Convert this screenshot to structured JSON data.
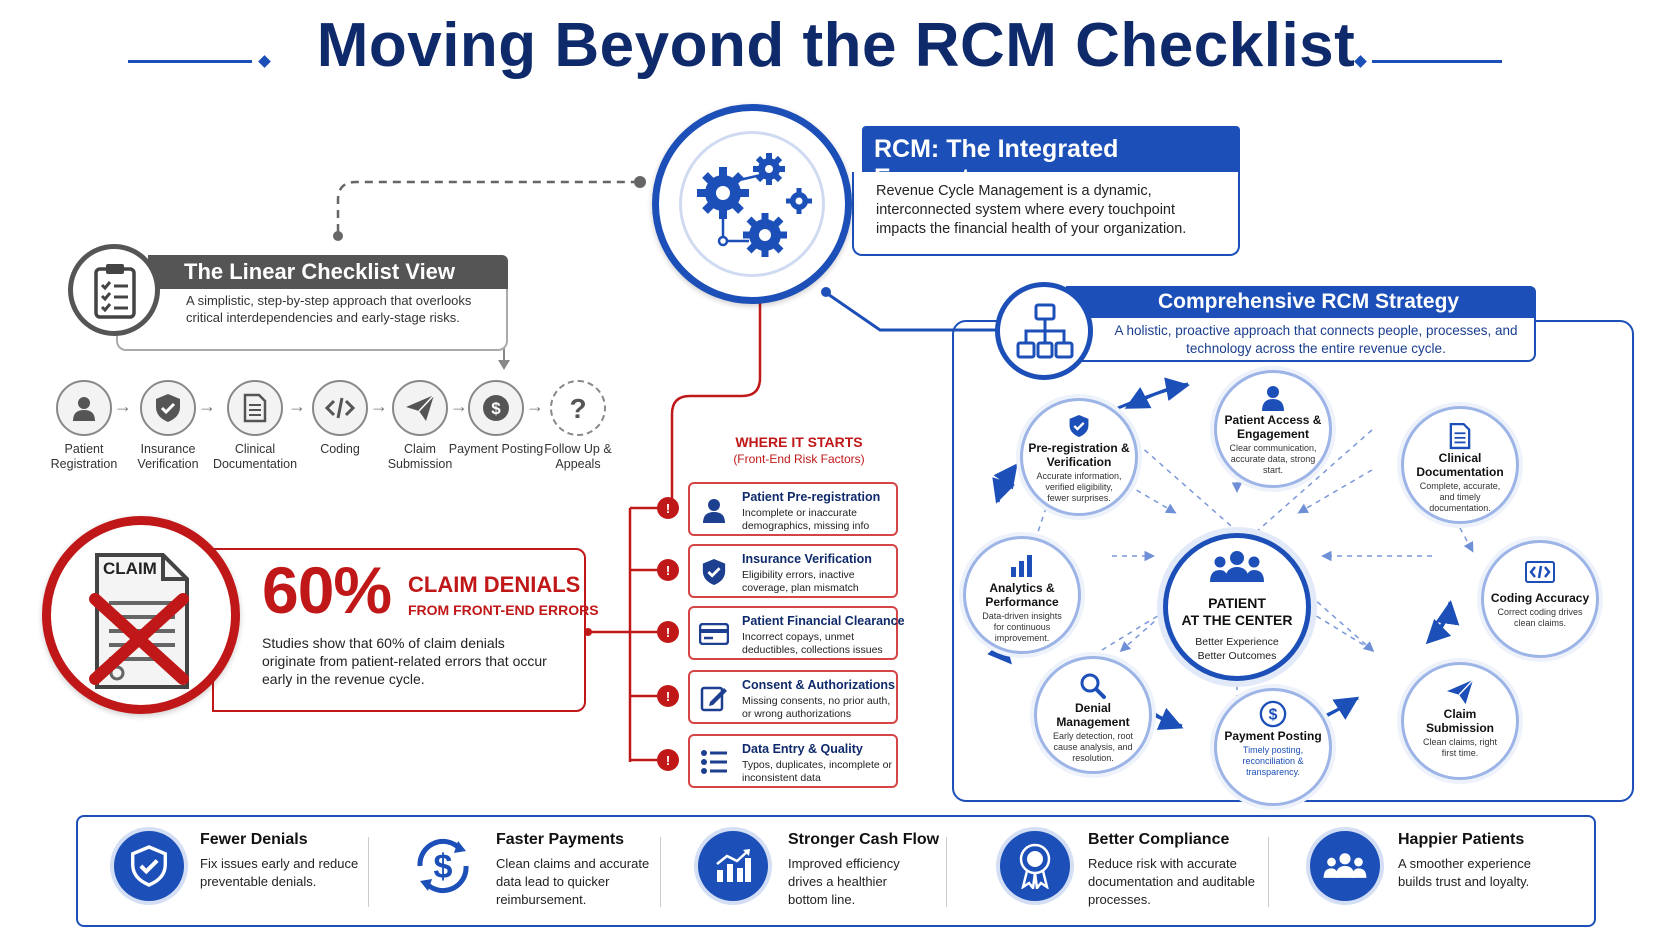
{
  "title": "Moving Beyond the RCM Checklist",
  "ecosystem": {
    "heading": "RCM: The Integrated Ecosystem",
    "description": "Revenue Cycle Management is a dynamic, interconnected system where every touchpoint impacts the financial health of your organization."
  },
  "linear": {
    "heading": "The Linear Checklist View",
    "description": "A simplistic, step-by-step approach that overlooks critical interdependencies and early-stage risks.",
    "steps": [
      {
        "label": "Patient Registration",
        "icon": "person-icon"
      },
      {
        "label": "Insurance Verification",
        "icon": "shield-check-icon"
      },
      {
        "label": "Clinical Documentation",
        "icon": "document-icon"
      },
      {
        "label": "Coding",
        "icon": "code-icon"
      },
      {
        "label": "Claim Submission",
        "icon": "paper-plane-icon"
      },
      {
        "label": "Payment Posting",
        "icon": "dollar-icon"
      },
      {
        "label": "Follow Up & Appeals",
        "icon": "question-icon"
      }
    ]
  },
  "denials": {
    "claim_label": "CLAIM",
    "percent": "60%",
    "headline": "CLAIM DENIALS",
    "subheadline": "FROM FRONT-END ERRORS",
    "description": "Studies show that 60% of claim denials originate from patient-related errors that occur early in the revenue cycle."
  },
  "where_it_starts": {
    "title": "WHERE IT STARTS",
    "subtitle": "(Front-End Risk Factors)",
    "warning_glyph": "!",
    "risks": [
      {
        "title": "Patient Pre-registration",
        "text": "Incomplete or inaccurate demographics, missing info",
        "icon": "person-icon"
      },
      {
        "title": "Insurance Verification",
        "text": "Eligibility errors, inactive coverage, plan mismatch",
        "icon": "shield-check-icon"
      },
      {
        "title": "Patient Financial Clearance",
        "text": "Incorrect copays, unmet deductibles, collections issues",
        "icon": "credit-card-icon"
      },
      {
        "title": "Consent & Authorizations",
        "text": "Missing consents, no prior auth, or wrong authorizations",
        "icon": "pen-icon"
      },
      {
        "title": "Data Entry & Quality",
        "text": "Typos, duplicates, incomplete or inconsistent data",
        "icon": "list-icon"
      }
    ]
  },
  "strategy": {
    "heading": "Comprehensive RCM Strategy",
    "description": "A holistic, proactive approach that connects people, processes, and technology across the entire revenue cycle.",
    "center": {
      "title_line1": "PATIENT",
      "title_line2": "AT THE CENTER",
      "text_line1": "Better Experience",
      "text_line2": "Better Outcomes"
    },
    "nodes": [
      {
        "title": "Patient Access & Engagement",
        "text": "Clear communication, accurate data, strong start.",
        "icon": "person-icon"
      },
      {
        "title": "Clinical Documentation",
        "text": "Complete, accurate, and timely documentation.",
        "icon": "document-icon"
      },
      {
        "title": "Coding Accuracy",
        "text": "Correct coding drives clean claims.",
        "icon": "code-icon"
      },
      {
        "title": "Claim Submission",
        "text": "Clean claims, right first time.",
        "icon": "paper-plane-icon"
      },
      {
        "title": "Payment Posting",
        "text": "Timely posting, reconciliation & transparency.",
        "icon": "dollar-icon"
      },
      {
        "title": "Denial Management",
        "text": "Early detection, root cause analysis, and resolution.",
        "icon": "magnifier-icon"
      },
      {
        "title": "Analytics & Performance",
        "text": "Data-driven insights for continuous improvement.",
        "icon": "bar-chart-icon"
      },
      {
        "title": "Pre-registration & Verification",
        "text": "Accurate information, verified eligibility, fewer surprises.",
        "icon": "shield-check-icon"
      }
    ]
  },
  "benefits": [
    {
      "title": "Fewer Denials",
      "text": "Fix issues early and reduce preventable denials.",
      "icon": "shield-check-icon"
    },
    {
      "title": "Faster Payments",
      "text": "Clean claims and accurate data lead to quicker reimbursement.",
      "icon": "dollar-cycle-icon"
    },
    {
      "title": "Stronger Cash Flow",
      "text": "Improved efficiency drives a healthier bottom line.",
      "icon": "growth-chart-icon"
    },
    {
      "title": "Better Compliance",
      "text": "Reduce risk with accurate documentation and auditable processes.",
      "icon": "award-badge-icon"
    },
    {
      "title": "Happier Patients",
      "text": "A smoother experience builds trust and loyalty.",
      "icon": "group-icon"
    }
  ],
  "colors": {
    "primary_blue": "#1c4fb8",
    "navy": "#0f2a6b",
    "alert_red": "#c01818",
    "neutral_gray": "#555555"
  }
}
